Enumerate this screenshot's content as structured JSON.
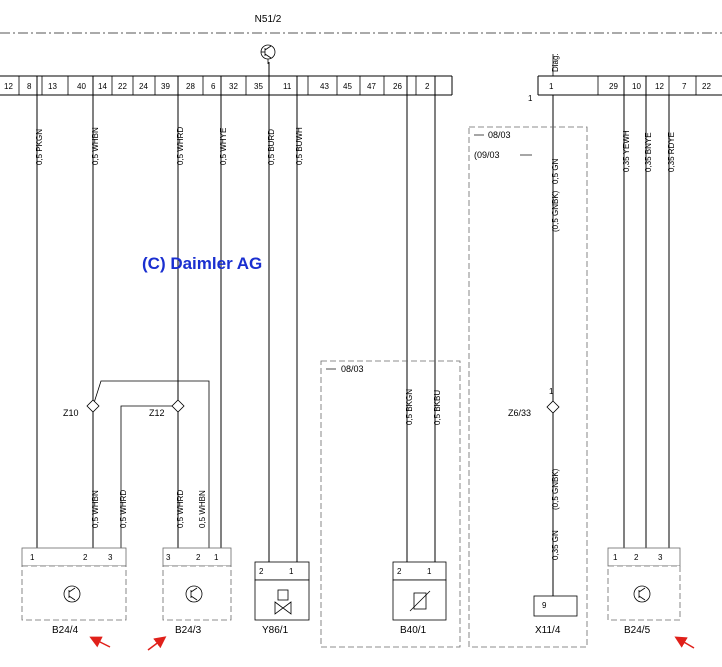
{
  "header": {
    "module": "N51/2",
    "diag": "Diag."
  },
  "copyright": "(C) Daimler AG",
  "colors": {
    "copyright": "#1a2fd0",
    "arrow": "#e0201a",
    "line": "#000000",
    "dash": "#6a6a6a"
  },
  "top_pins": [
    "12",
    "8",
    "13",
    "40",
    "14",
    "22",
    "24",
    "39",
    "28",
    "6",
    "32",
    "35",
    "11",
    "43",
    "45",
    "47",
    "26",
    "2",
    "1",
    "1",
    "29",
    "10",
    "12",
    "7",
    "22"
  ],
  "wires": {
    "w1": "0,5 PKGN",
    "w2": "0,5 WHBN",
    "w3": "0,5 WHRD",
    "w4": "0,5 WHYE",
    "w5": "0,5 BURD",
    "w6": "0,5 BUWH",
    "w7": "0,5 GN",
    "w8": "(0,5 GNBK)",
    "w9": "0,35 YEWH",
    "w10": "0,35 BNYE",
    "w11": "0,35 RDYE",
    "w12": "0,5 BKGN",
    "w13": "0,5 BKBU",
    "w14": "0,5 WHBN",
    "w15": "0,5 WHRD",
    "w16": "0,5 WHRD",
    "w17": "0,5 WHBN",
    "w18": "0,35 GN",
    "w19": "(0,5 GNBK)"
  },
  "variants": {
    "v1": "08/03",
    "v2": "(09/03",
    "v3": "08/03"
  },
  "junctions": {
    "z10": "Z10",
    "z12": "Z12",
    "z6": "Z6/33",
    "z6_pin": "1"
  },
  "components": {
    "b24_4": {
      "label": "B24/4",
      "pins": [
        "1",
        "2",
        "3"
      ]
    },
    "b24_3": {
      "label": "B24/3",
      "pins": [
        "3",
        "2",
        "1"
      ]
    },
    "y86_1": {
      "label": "Y86/1",
      "pins": [
        "2",
        "1"
      ]
    },
    "b40_1": {
      "label": "B40/1",
      "pins": [
        "2",
        "1"
      ]
    },
    "x11_4": {
      "label": "X11/4",
      "pins": [
        "9"
      ]
    },
    "b24_5": {
      "label": "B24/5",
      "pins": [
        "1",
        "2",
        "3"
      ]
    }
  }
}
